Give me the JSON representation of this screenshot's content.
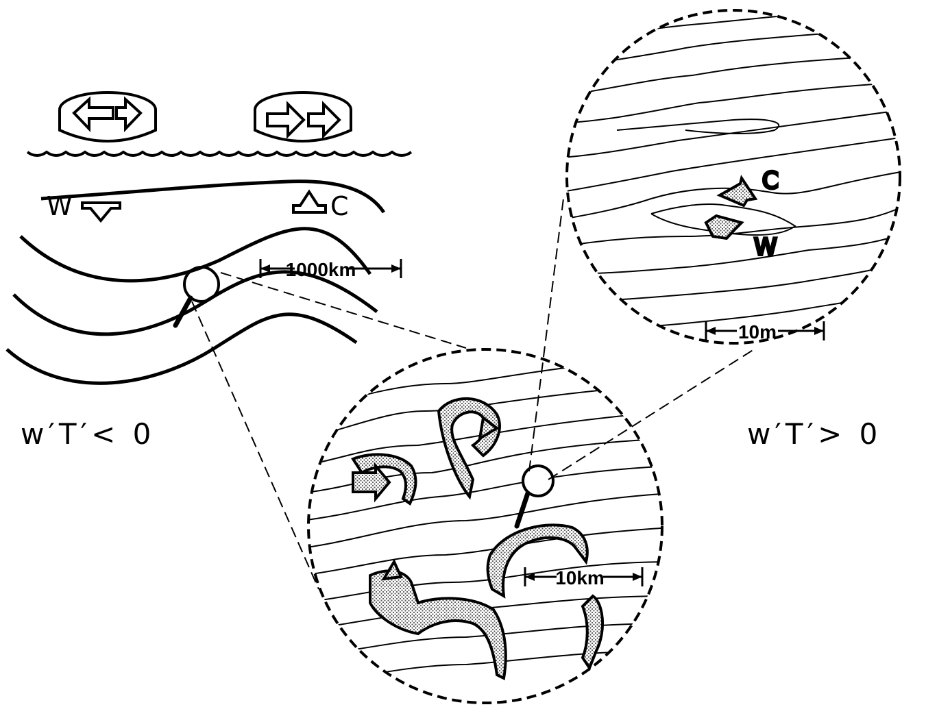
{
  "labels": {
    "warm_large": "W",
    "cold_large": "C",
    "scale_large": "1000km",
    "scale_medium": "10km",
    "scale_small": "10m",
    "warm_small": "W",
    "cold_small": "C",
    "condition_left": "w′T′< 0",
    "condition_right": "w′T′> 0"
  },
  "colors": {
    "ink": "#000000",
    "paper": "#ffffff",
    "stipple": "#9a9a9a"
  }
}
